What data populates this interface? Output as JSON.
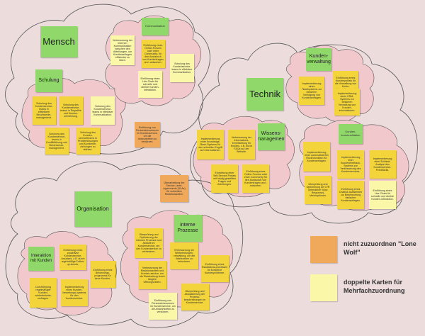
{
  "clusters": {
    "mensch": {
      "title": "Mensch",
      "schulung": {
        "title": "Schulung",
        "cards": [
          "Schulung des Kundenservice-teams in effektivem Beschwerde-management.",
          "Schulung des Kundenservice-teams in Empathie und Kunden-orientierung.",
          "Schulung des Kundenservice-teams in effektiver Kommunikation.",
          "Schulung des Kundenservice-teams in Konfliktlösung und Beschwerde-management.",
          "Schulung des Kunden-servicetteams in Problemlösungen und Kundenbe-ziehungen zu stärken."
        ]
      },
      "kommunikation": {
        "title": "Kommunikation",
        "cards": [
          "Verbesserung der internen Kommunikation zwischen den Abteilungen, um Kundenanliegen effizienter zu lösen.",
          "Einführung eines Online-Forums oder einer Community, für den Austausch von Kundenfragen und -antworten.",
          "Schulung des Kundenservice-teams in effektiver Kommunikation.",
          "Einführung eines Live-Chats für schnelle und direkte Kunden-interaktion."
        ]
      },
      "wolf_card": "Einführung von Personalressourcen im Kundenservice, um die Antwortzeiten zu verkürzen."
    },
    "technik": {
      "title": "Technik",
      "kundenverwaltung": {
        "title": "Kunden-verwaltung",
        "cards": [
          "Implementierung eines Ticketsystems zur besseren Verfolgung von Kundenanfragen.",
          "Einführung eines Kundenportals für die Verwaltung von Konto-informationen und Anfragen.",
          "Implementierung eines CRM-Systems zur besseren Verwaltung von Kunden-informationen."
        ]
      },
      "wissensmanagement": {
        "title": "Wissens-management",
        "cards": [
          "Implementierung einer Knowledge-Base-Systems für den schnellen Zugriff auf Informationen.",
          "Verbesserung der Informations-bereitstellung für Kunden, z.B. durch FAQs auf der Website.",
          "Einrichtung einer Self-Service-Portals mit häufig gestellten Fragen und Anleitungen.",
          "Einführung eines Online-Forums oder einer Community für den Austausch von Kundenfragen und -antworten."
        ]
      },
      "kundenkommunikation": {
        "title": "Kunden-kommunikation",
        "cards": [
          "Implementierung einer automatisierten Rückrufunktion für Kundenanfragen.",
          "Implementierung einer Kundenfeedback-Systems zur Verbesserung des Kundenservices.",
          "Implementierung einer Echtzeit-Analyse des Kundenservice-Feedbacks.",
          "Überprüfung und Optimierung der IVR (interaktive Voice Response)-Menüoptionen.",
          "Einführung eines Chatbot-Assistenten zur Beantwortung einfacher Kundenanfragen.",
          "Einführung eines Live-Chats für schnelle und direkte Kunden-interaktion."
        ]
      },
      "wolf_card": "Überarbeitung der Service-Level-Agreements (SLAs) für schnellere Reaktionszeiten."
    },
    "organisation": {
      "title": "Organisation",
      "interaktion": {
        "title": "Interaktion mit Kunden",
        "cards": [
          "Einführung eines proaktiven Kundenservice-Ansatzes, z.B. durch regelmäßige Follow-up-Anrufe.",
          "Durchführung regelmäßiger Kunden-zufriedenheits-umfragen.",
          "Einführung eines Belohnungs-programms für treue Kunden.",
          "Implementierung eines Kunden-bewertungs-systems für den Kundenservice."
        ]
      },
      "interne_prozesse": {
        "title": "interne Prozesse",
        "cards": [
          "Überprüfung und Optimierung der internen Prozesse und Abläufe im Kundenservice, um den Kundenservice zu verbessern.",
          "Verbesserung der Reaktionszeiten und Kunden-service, um die Bearbeitung durch längere Öffnungszeiten.",
          "Einführung von Personalressourcen im Kundenservice, um die Antwortzeiten zu verkürzen.",
          "Verbesserung der Weiterleitungen-verwaltung, um die Wartezeiten zu reduzieren.",
          "Einführung eines Eskalations-prozesses für komplexe Kundenprobleme.",
          "Überprüfung und Aktualisierung der Prozess-beschreibungen im Kundenservice."
        ]
      }
    }
  },
  "legend": {
    "items": [
      {
        "label": "nicht zuzuordnen \"Lone Wolf\"",
        "color": "#f0a85a"
      },
      {
        "label": "doppelte Karten für Mehrfachzuordnung",
        "color": "#fbf7a8"
      }
    ]
  },
  "colors": {
    "background": "#ecdcdc",
    "cloud_fill": "#f1c9cc",
    "cloud_stroke": "#555555",
    "card_yellow": "#f3d43a",
    "card_light_yellow": "#fbf7a8",
    "card_orange": "#f0a85a",
    "header_green": "#8fd869"
  }
}
